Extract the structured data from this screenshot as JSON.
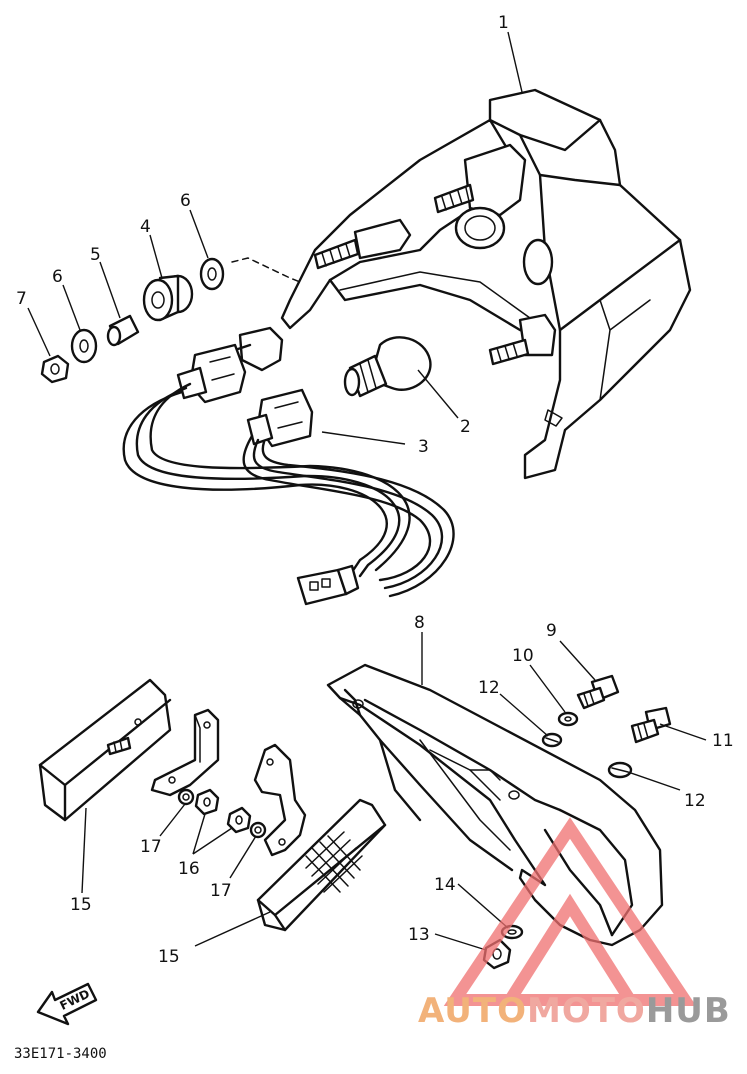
{
  "diagram_code": "33E171-3400",
  "fwd_label": "FWD",
  "watermark": {
    "part_a": "AUTO",
    "part_b": "MOTO",
    "part_c": "HUB",
    "color_a": "#f2b27a",
    "color_b": "#f0a8a0",
    "color_c": "#9a9a9a",
    "triangle_color": "#f07070"
  },
  "callouts": {
    "c1": "1",
    "c2": "2",
    "c3": "3",
    "c4": "4",
    "c5": "5",
    "c6a": "6",
    "c6b": "6",
    "c7": "7",
    "c8": "8",
    "c9": "9",
    "c10": "10",
    "c11": "11",
    "c12a": "12",
    "c12b": "12",
    "c13": "13",
    "c14": "14",
    "c15a": "15",
    "c15b": "15",
    "c16": "16",
    "c17a": "17",
    "c17b": "17"
  }
}
